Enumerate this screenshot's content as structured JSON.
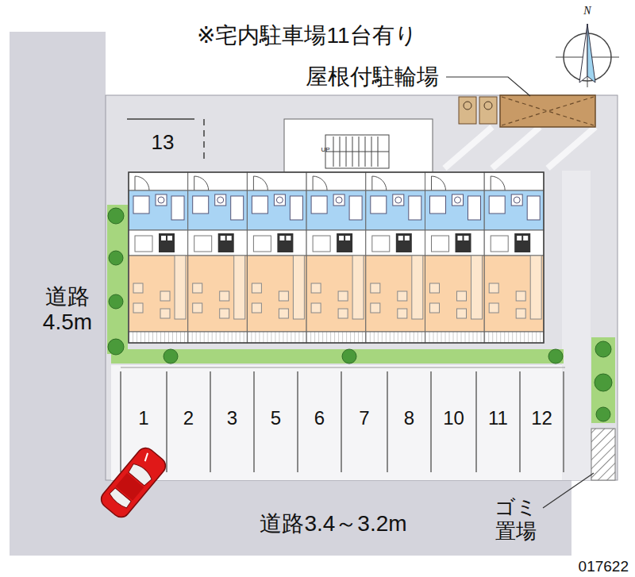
{
  "diagram": {
    "nodes": [
      {
        "text": [
          "道路 4.5m"
        ]
      },
      {
        "text": [
          "道路3.4～3.2m"
        ]
      }
    ],
    "labels": [
      "※宅内駐車場11台有り",
      "屋根付駐輪場",
      "N",
      "13",
      "UP",
      "1",
      "2",
      "3",
      "5",
      "6",
      "7",
      "8",
      "10",
      "11",
      "12",
      "ゴミ 置場",
      "017622"
    ]
  }
}
